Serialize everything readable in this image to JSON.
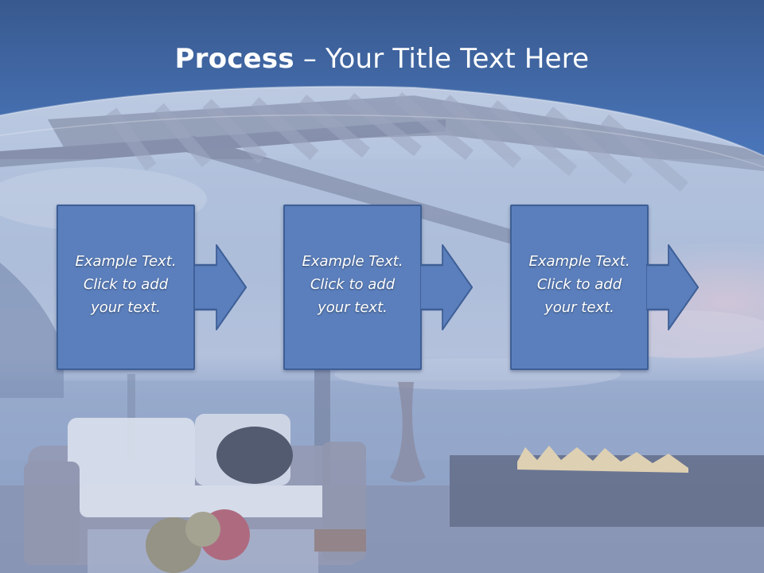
{
  "slide": {
    "title_bold": "Process",
    "title_separator": " – ",
    "title_rest": "Your Title Text Here"
  },
  "steps": [
    {
      "line1": "Example Text.",
      "line2": "Click  to add",
      "line3": "your text."
    },
    {
      "line1": "Example Text.",
      "line2": "Click  to add",
      "line3": "your text."
    },
    {
      "line1": "Example Text.",
      "line2": "Click  to add",
      "line3": "your text."
    }
  ],
  "colors": {
    "header_blue": "#3f68a9",
    "box_fill": "#5b7fbc",
    "box_border": "#3e5f96",
    "arrow_fill": "#5b7fbc"
  },
  "icons": [
    "arrow-right-icon"
  ]
}
